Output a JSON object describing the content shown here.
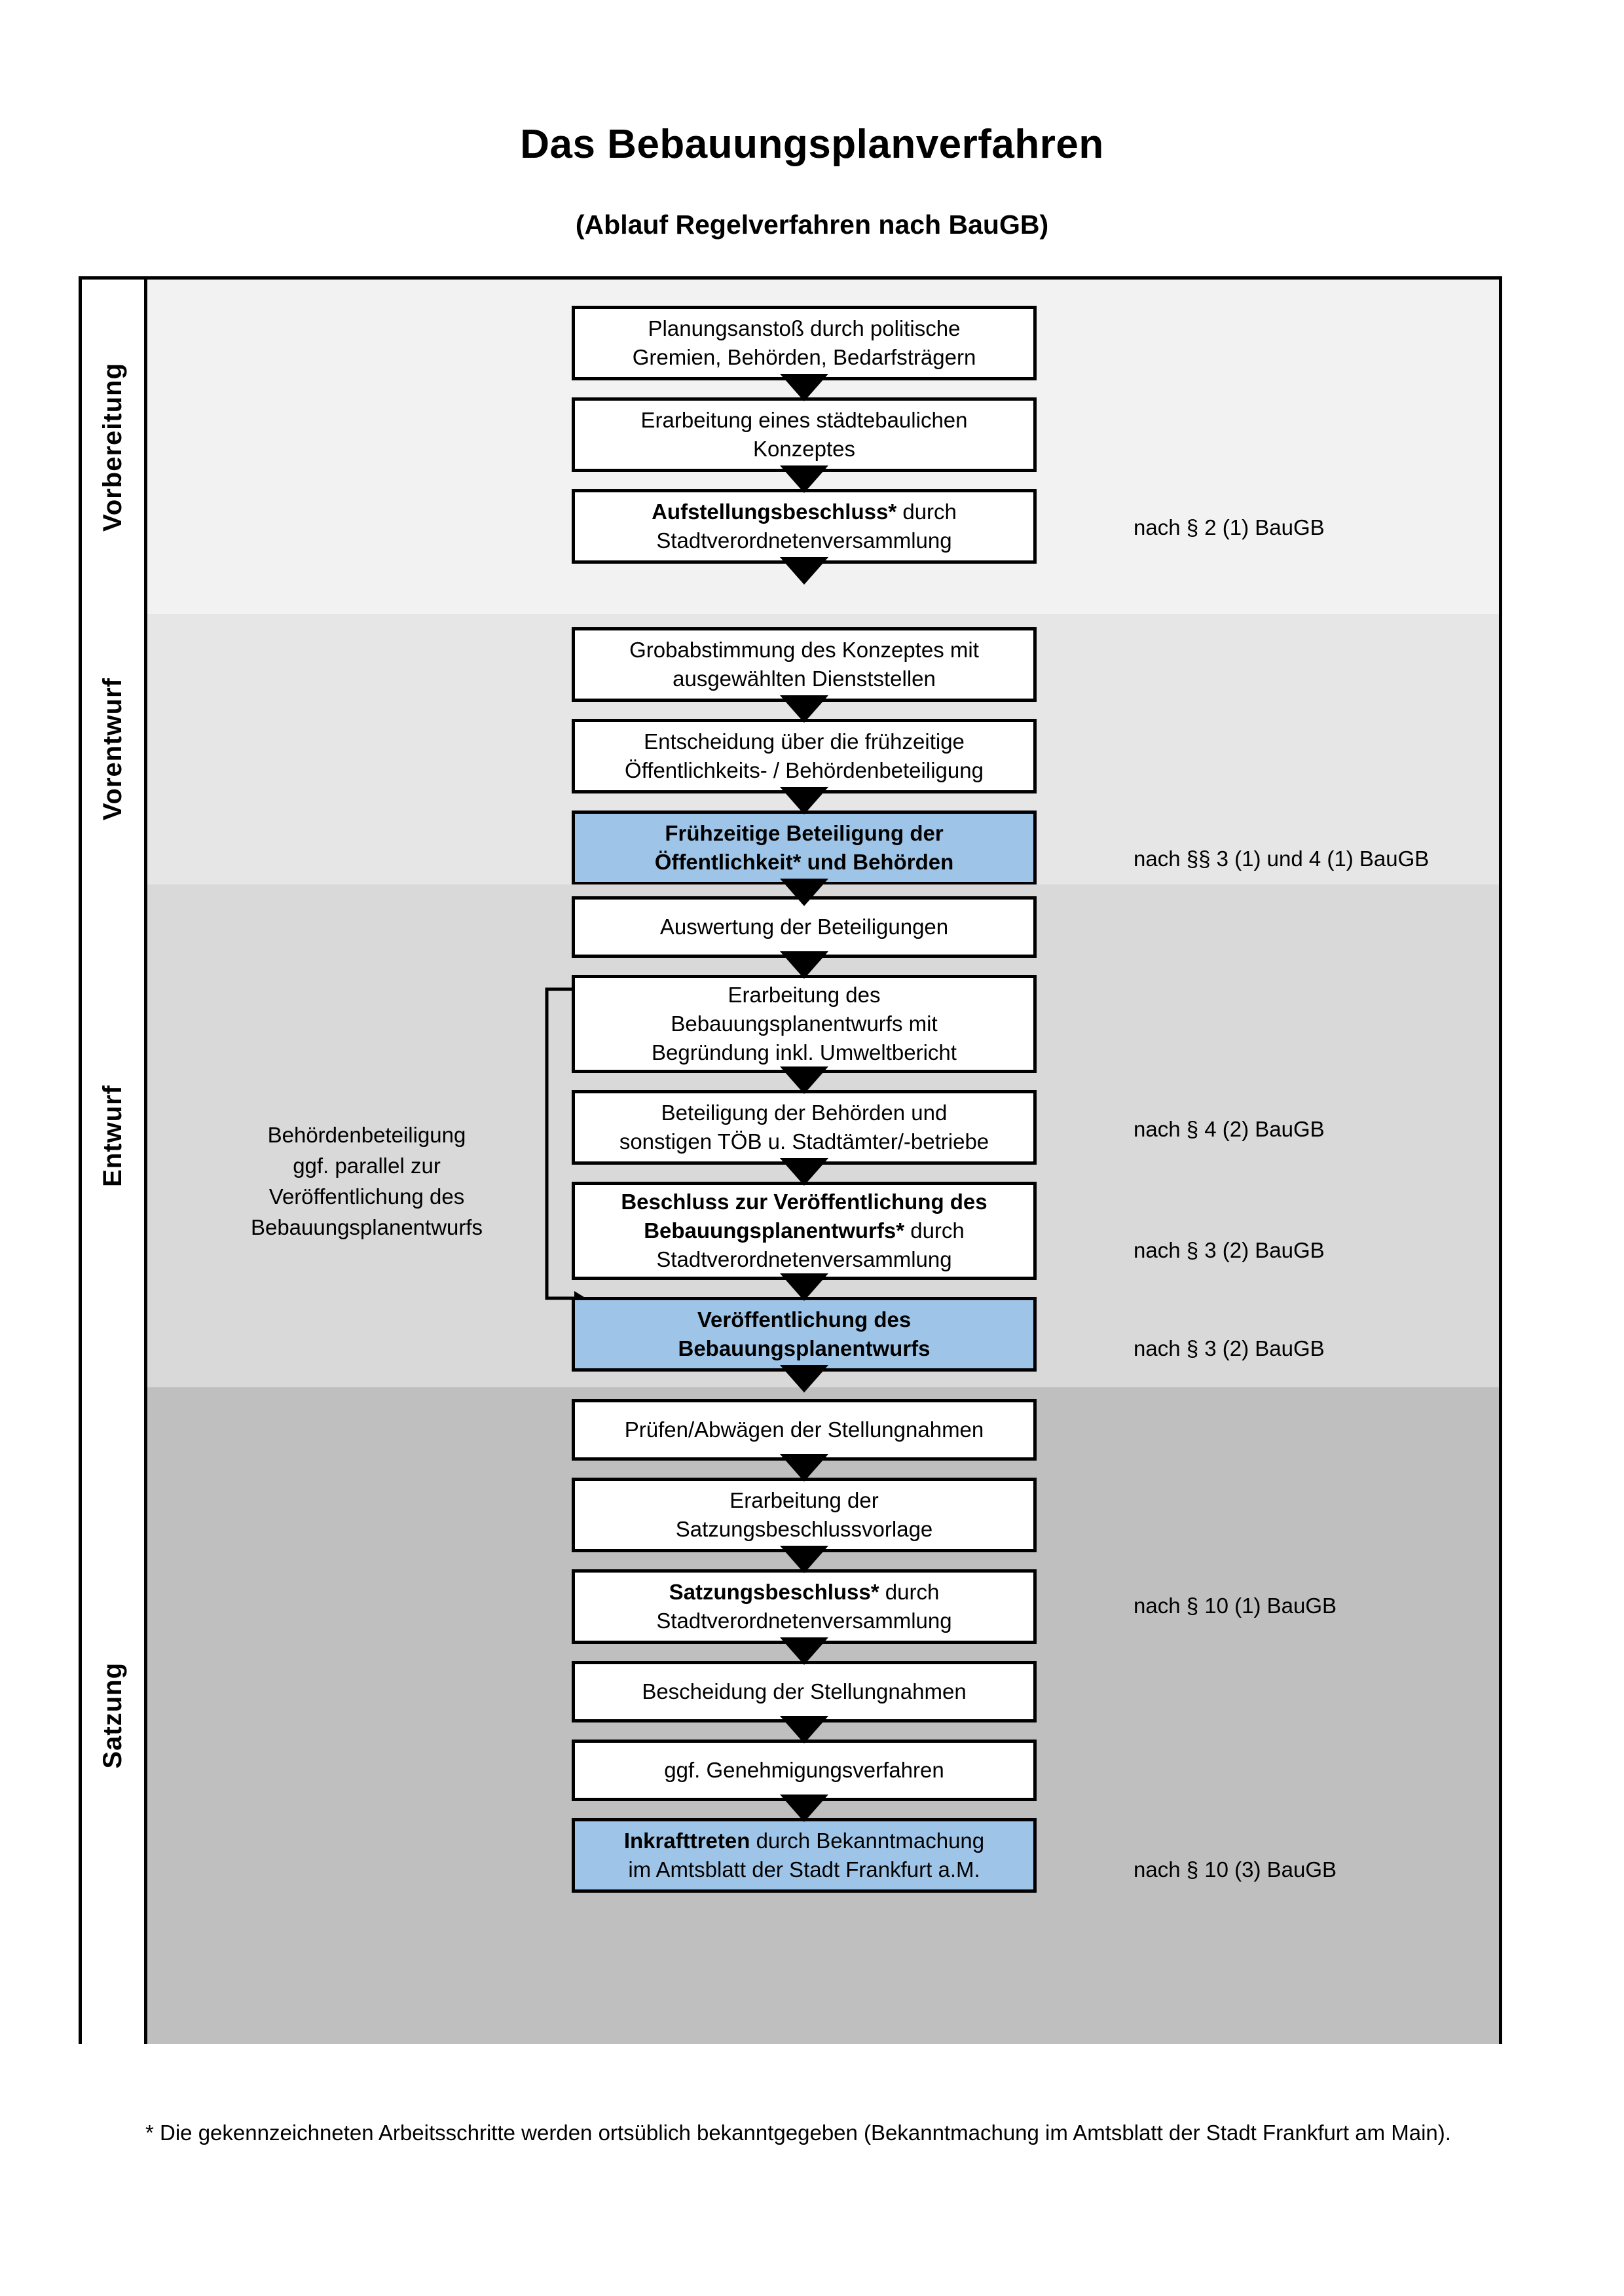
{
  "title": "Das Bebauungsplanverfahren",
  "subtitle": "(Ablauf Regelverfahren nach BauGB)",
  "colors": {
    "phase1_bg": "#F2F2F2",
    "phase2_bg": "#E6E6E6",
    "phase3_bg": "#D9D9D9",
    "phase4_bg": "#BFBFBF",
    "highlight_box": "#9EC5E8",
    "border": "#000000",
    "page_bg": "#FFFFFF"
  },
  "phases": [
    {
      "label": "Vorbereitung",
      "steps": [
        {
          "id": "planungsanstoss",
          "lines": [
            "Planungsanstoß durch politische",
            "Gremien, Behörden, Bedarfsträgern"
          ],
          "bold_prefix": "",
          "highlighted": false
        },
        {
          "id": "konzept",
          "lines": [
            "Erarbeitung eines städtebaulichen",
            "Konzeptes"
          ],
          "bold_prefix": "",
          "highlighted": false
        },
        {
          "id": "aufstellungsbeschluss",
          "lines": [
            "Aufstellungsbeschluss* durch",
            "Stadtverordnetenversammlung"
          ],
          "bold_prefix": "Aufstellungsbeschluss*",
          "highlighted": false
        }
      ],
      "legal": [
        {
          "text": "nach § 2 (1) BauGB"
        }
      ]
    },
    {
      "label": "Vorentwurf",
      "steps": [
        {
          "id": "grobabstimmung",
          "lines": [
            "Grobabstimmung des Konzeptes mit",
            "ausgewählten Dienststellen"
          ],
          "bold_prefix": "",
          "highlighted": false
        },
        {
          "id": "entscheidung-fruehzeitig",
          "lines": [
            "Entscheidung über die frühzeitige",
            "Öffentlichkeits- / Behördenbeteiligung"
          ],
          "bold_prefix": "",
          "highlighted": false
        },
        {
          "id": "fruehzeitige-beteiligung",
          "lines": [
            "Frühzeitige Beteiligung der",
            "Öffentlichkeit* und Behörden"
          ],
          "bold_prefix": "ALL",
          "highlighted": true
        }
      ],
      "legal": [
        {
          "text": "nach §§ 3 (1) und 4 (1) BauGB"
        }
      ]
    },
    {
      "label": "Entwurf",
      "steps": [
        {
          "id": "auswertung",
          "lines": [
            "Auswertung der Beteiligungen"
          ],
          "bold_prefix": "",
          "highlighted": false
        },
        {
          "id": "erarbeitung-entwurf",
          "lines": [
            "Erarbeitung des",
            "Bebauungsplanentwurfs mit",
            "Begründung inkl. Umweltbericht"
          ],
          "bold_prefix": "",
          "highlighted": false
        },
        {
          "id": "beteiligung-behoerden",
          "lines": [
            "Beteiligung der Behörden und",
            "sonstigen TÖB u. Stadtämter/-betriebe"
          ],
          "bold_prefix": "",
          "highlighted": false
        },
        {
          "id": "beschluss-veroeffentlichung",
          "lines": [
            "Beschluss zur Veröffentlichung des",
            "Bebauungsplanentwurfs* durch",
            "Stadtverordnetenversammlung"
          ],
          "bold_prefix": "Beschluss zur Veröffentlichung des Bebauungsplanentwurfs*",
          "highlighted": false
        },
        {
          "id": "veroeffentlichung",
          "lines": [
            "Veröffentlichung des",
            "Bebauungsplanentwurfs"
          ],
          "bold_prefix": "ALL",
          "highlighted": true
        }
      ],
      "legal": [
        {
          "text": "nach § 4 (2) BauGB"
        },
        {
          "text": "nach § 3 (2) BauGB"
        },
        {
          "text": "nach § 3 (2) BauGB"
        }
      ],
      "side_note": "Behördenbeteiligung\nggf. parallel zur\nVeröffentlichung des\nBebauungsplanentwurfs"
    },
    {
      "label": "Satzung",
      "steps": [
        {
          "id": "pruefen-abwaegen",
          "lines": [
            "Prüfen/Abwägen der Stellungnahmen"
          ],
          "bold_prefix": "",
          "highlighted": false
        },
        {
          "id": "satzungsbeschlussvorlage",
          "lines": [
            "Erarbeitung der",
            "Satzungsbeschlussvorlage"
          ],
          "bold_prefix": "",
          "highlighted": false
        },
        {
          "id": "satzungsbeschluss",
          "lines": [
            "Satzungsbeschluss* durch",
            "Stadtverordnetenversammlung"
          ],
          "bold_prefix": "Satzungsbeschluss*",
          "highlighted": false
        },
        {
          "id": "bescheidung",
          "lines": [
            "Bescheidung der Stellungnahmen"
          ],
          "bold_prefix": "",
          "highlighted": false
        },
        {
          "id": "genehmigungsverfahren",
          "lines": [
            "ggf. Genehmigungsverfahren"
          ],
          "bold_prefix": "",
          "highlighted": false
        },
        {
          "id": "inkrafttreten",
          "lines": [
            "Inkrafttreten durch Bekanntmachung",
            "im Amtsblatt der Stadt Frankfurt a.M."
          ],
          "bold_prefix": "Inkrafttreten",
          "highlighted": true
        }
      ],
      "legal": [
        {
          "text": "nach § 10 (1) BauGB"
        },
        {
          "text": "nach § 10 (3) BauGB"
        }
      ]
    }
  ],
  "footnote": "* Die gekennzeichneten Arbeitsschritte werden ortsüblich bekanntgegeben (Bekanntmachung im Amtsblatt  der Stadt Frankfurt am Main)."
}
